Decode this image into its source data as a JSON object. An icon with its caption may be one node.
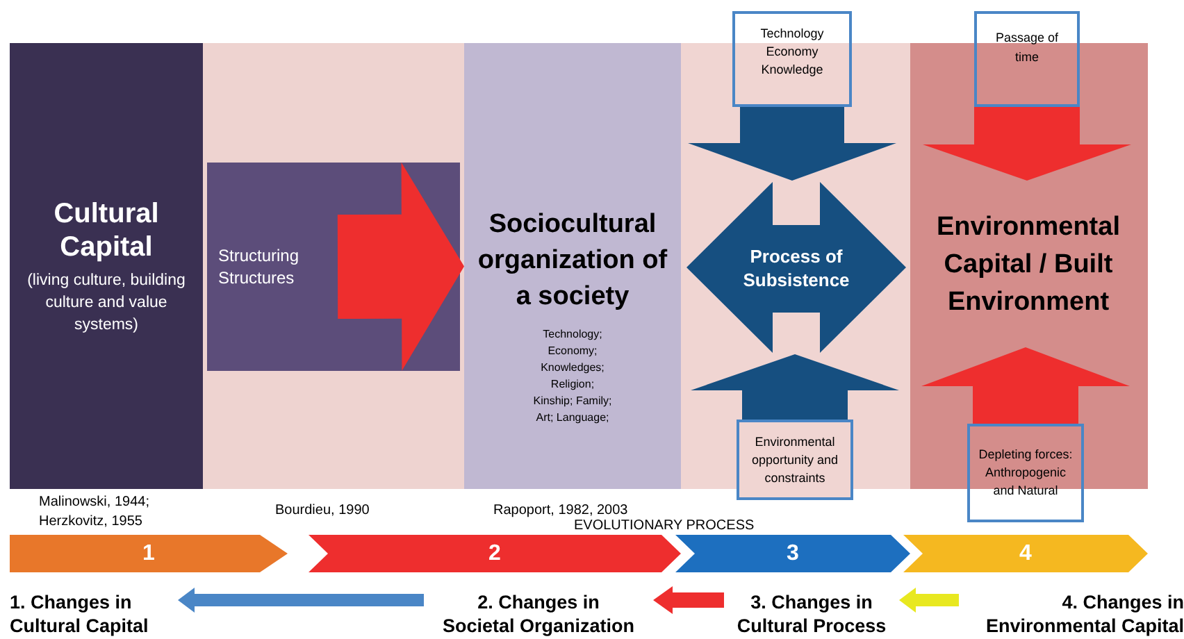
{
  "diagram": {
    "nodes": [
      {
        "text": [
          "Cultural Capital",
          "(living culture, building culture and value systems)"
        ]
      },
      {
        "text": [
          "Structuring Structures"
        ]
      },
      {
        "text": [
          "Sociocultural organization of a society",
          "Technology; Economy; Knowledges; Religion; Kinship; Family; Art; Language;"
        ]
      },
      {
        "text": [
          "Technology Economy Knowledge"
        ]
      },
      {
        "text": [
          "Process of Subsistence"
        ]
      },
      {
        "text": [
          "Environmental opportunity and constraints"
        ]
      },
      {
        "text": [
          "Passage of time"
        ]
      },
      {
        "text": [
          "Environmental Capital / Built Environment"
        ]
      },
      {
        "text": [
          "Depleting forces: Anthropogenic and Natural"
        ]
      },
      {
        "text": [
          "1"
        ]
      },
      {
        "text": [
          "2"
        ]
      },
      {
        "text": [
          "3"
        ]
      },
      {
        "text": [
          "4"
        ]
      },
      {
        "text": [
          "1. Changes in Cultural Capital"
        ]
      },
      {
        "text": [
          "2. Changes in Societal Organization"
        ]
      },
      {
        "text": [
          "3. Changes in Cultural Process"
        ]
      },
      {
        "text": [
          "4. Changes in Environmental Capital"
        ]
      }
    ],
    "edges": [
      {
        "from": 1,
        "to": 2,
        "arrow": "to",
        "style": "thick",
        "color": "#ee2e2e"
      },
      {
        "from": 3,
        "to": 4,
        "arrow": "to",
        "style": "thick",
        "color": "#164f80"
      },
      {
        "from": 5,
        "to": 4,
        "arrow": "to",
        "style": "thick",
        "color": "#164f80"
      },
      {
        "from": 6,
        "to": 7,
        "arrow": "to",
        "style": "thick",
        "color": "#ee2e2e"
      },
      {
        "from": 8,
        "to": 7,
        "arrow": "to",
        "style": "thick",
        "color": "#ee2e2e"
      },
      {
        "from": 14,
        "to": 13,
        "arrow": "to",
        "style": "thick",
        "color": "#4a86c6"
      },
      {
        "from": 15,
        "to": 14,
        "arrow": "to",
        "style": "thick",
        "color": "#ee2e2e"
      },
      {
        "from": 16,
        "to": 15,
        "arrow": "to",
        "style": "thick",
        "color": "#e8e820"
      }
    ],
    "labels": [
      "Malinowski, 1944; Herzkovitz, 1955",
      "Bourdieu, 1990",
      "Rapoport, 1982, 2003",
      "EVOLUTIONARY PROCESS"
    ]
  }
}
